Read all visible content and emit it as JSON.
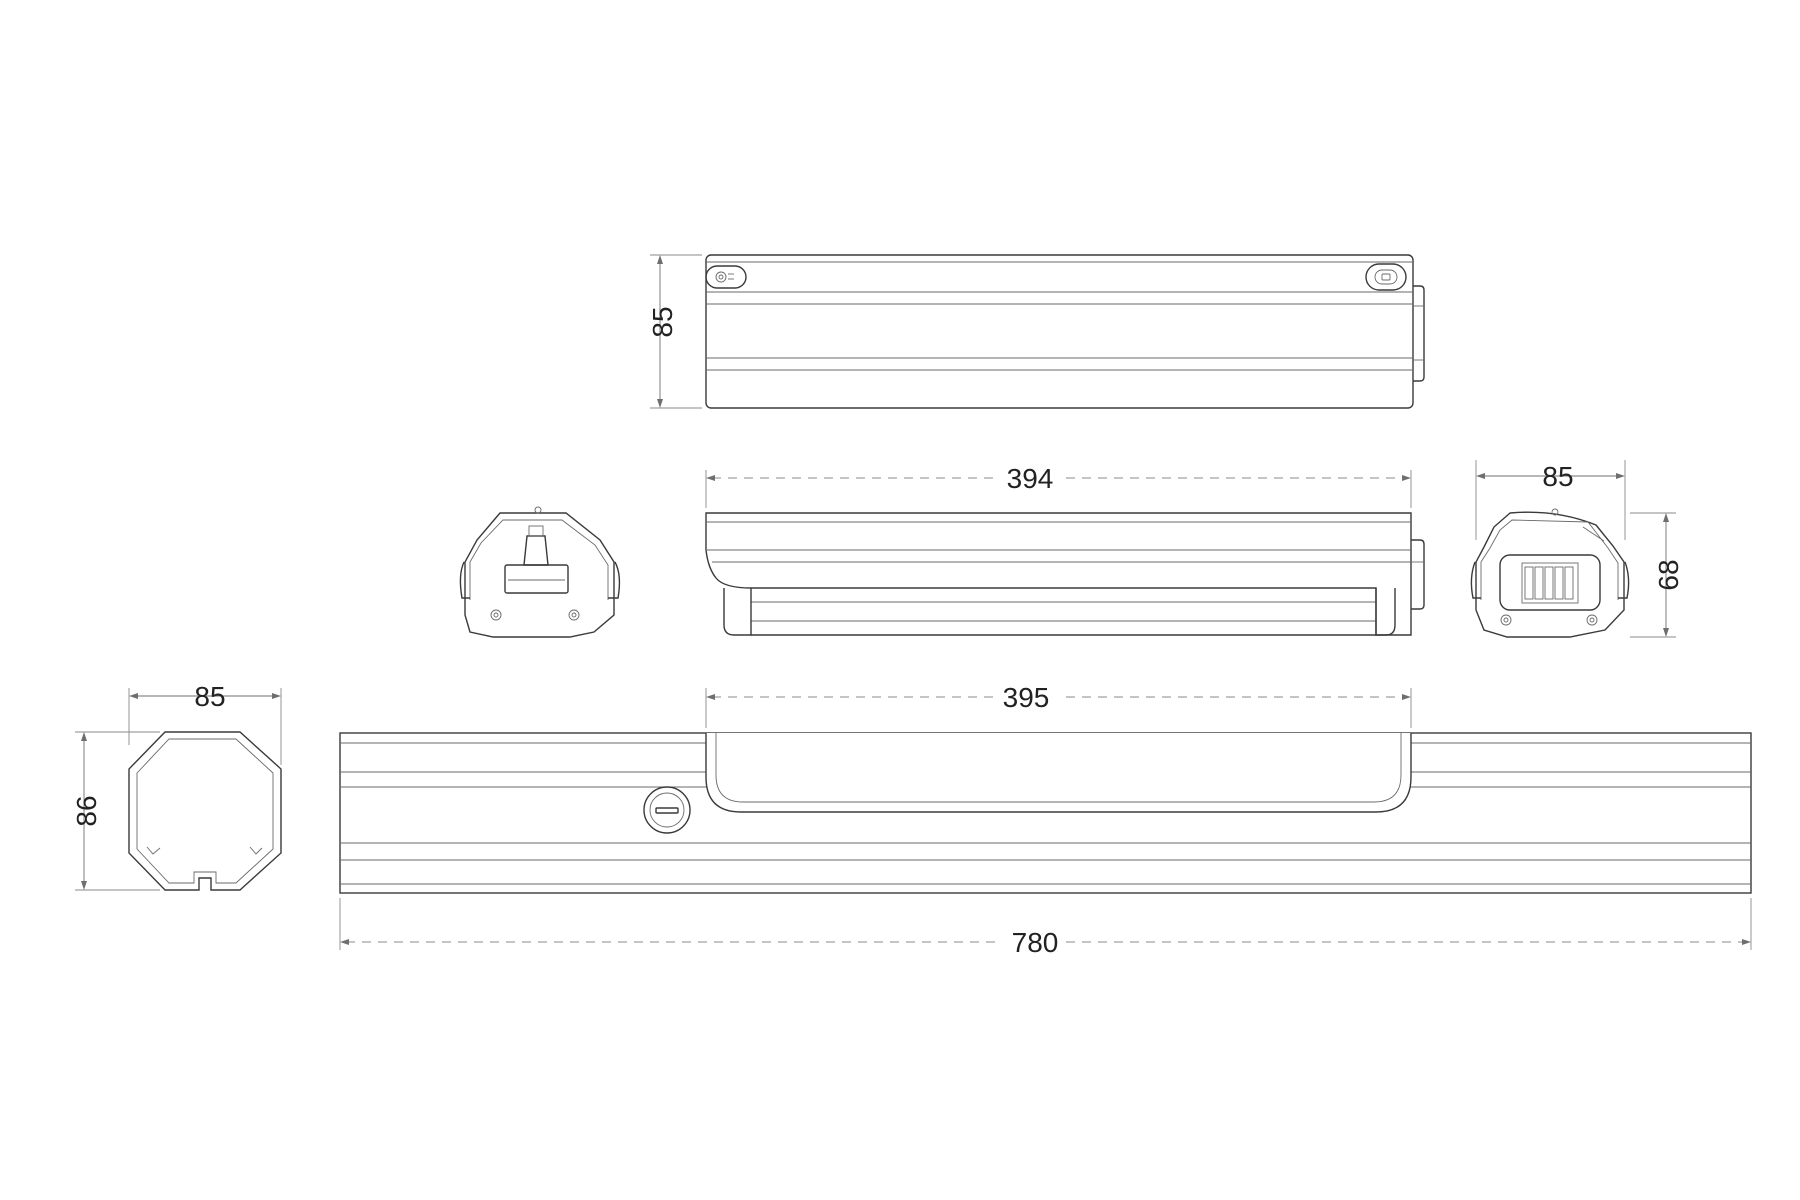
{
  "dimensions": {
    "side_view_height": "85",
    "top_view_length": "394",
    "end_view_width": "85",
    "end_view_height": "68",
    "frame_section_width": "85",
    "frame_section_height": "86",
    "frame_cutout_length": "395",
    "frame_total_length": "780"
  },
  "colors": {
    "line": "#3a3a3a",
    "dimension": "#6f6f6f",
    "background": "#ffffff"
  }
}
